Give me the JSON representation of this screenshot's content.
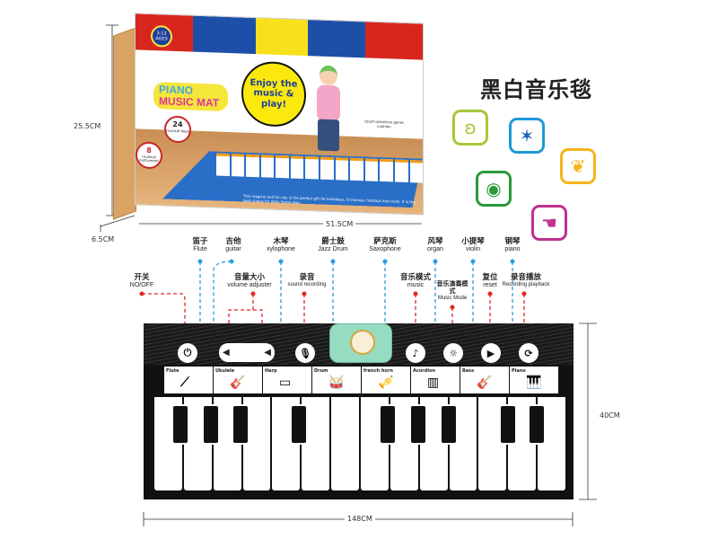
{
  "title": "黑白音乐毯",
  "dimensions": {
    "box_height": "25.5CM",
    "box_depth": "6.5CM",
    "box_width": "51.5CM",
    "mat_height": "40CM",
    "mat_width": "148CM"
  },
  "box": {
    "ages": "3-12 AGES",
    "product_name_line1": "PIANO",
    "product_name_line2": "MUSIC MAT",
    "slogan": "Enjoy the music & play!",
    "keys_count": "24",
    "keys_label": "musical keys",
    "instruments_count": "8",
    "instruments_label": "musical instrument",
    "touch_text": "touch-sensitive game cushion",
    "gift_text": "This magical and fun toy is the perfect gift for birthdays, Christmas, holidays and visits. It is the best choice for daily home play.",
    "colors": [
      "#d7261e",
      "#1e4fa8",
      "#f6e11c",
      "#1e4fa8",
      "#d7261e"
    ]
  },
  "feature_icons": [
    {
      "name": "ear-icon",
      "color": "#a6c83a"
    },
    {
      "name": "magic-wand-icon",
      "color": "#1e9ad6"
    },
    {
      "name": "brain-icon",
      "color": "#f6b419"
    },
    {
      "name": "eye-icon",
      "color": "#2a9a3a"
    },
    {
      "name": "hand-icon",
      "color": "#c0318f"
    }
  ],
  "instrument_callouts": [
    {
      "zh": "笛子",
      "en": "Flute"
    },
    {
      "zh": "吉他",
      "en": "guitar"
    },
    {
      "zh": "木琴",
      "en": "xylophone"
    },
    {
      "zh": "爵士鼓",
      "en": "Jazz Drum"
    },
    {
      "zh": "萨克斯",
      "en": "Saxophone"
    },
    {
      "zh": "风琴",
      "en": "organ"
    },
    {
      "zh": "小提琴",
      "en": "violin"
    },
    {
      "zh": "钢琴",
      "en": "piano"
    }
  ],
  "control_callouts": [
    {
      "zh": "开关",
      "en": "NO/OFF"
    },
    {
      "zh": "音量大小",
      "en": "volume adjuster"
    },
    {
      "zh": "录音",
      "en": "sound recording"
    },
    {
      "zh": "音乐模式",
      "en": "music"
    },
    {
      "zh": "音乐演奏模式",
      "en": "Music Mode"
    },
    {
      "zh": "复位",
      "en": "reset"
    },
    {
      "zh": "录音播放",
      "en": "Recording playback"
    }
  ],
  "instrument_pads": [
    "Flute",
    "Ukulele",
    "Harp",
    "Drum",
    "french horn",
    "Acordion",
    "Bass",
    "Piano"
  ],
  "callout_colors": {
    "instrument": "#2a9fe0",
    "control": "#e32626"
  }
}
